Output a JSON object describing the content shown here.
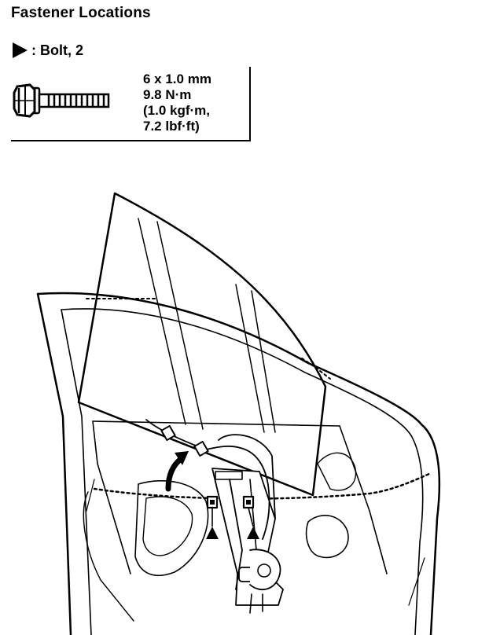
{
  "title": "Fastener Locations",
  "legend": {
    "symbol": "filled-triangle-icon",
    "label": ": Bolt, 2"
  },
  "fastener": {
    "icon": "flange-bolt-icon",
    "size": "6 x 1.0 mm",
    "torque_nm": "9.8 N·m",
    "torque_kgfm": "(1.0 kgf·m,",
    "torque_lbfft": "7.2 lbf·ft)"
  },
  "diagram": {
    "subject": "door-window-regulator-assembly",
    "bolt_markers": 2
  }
}
